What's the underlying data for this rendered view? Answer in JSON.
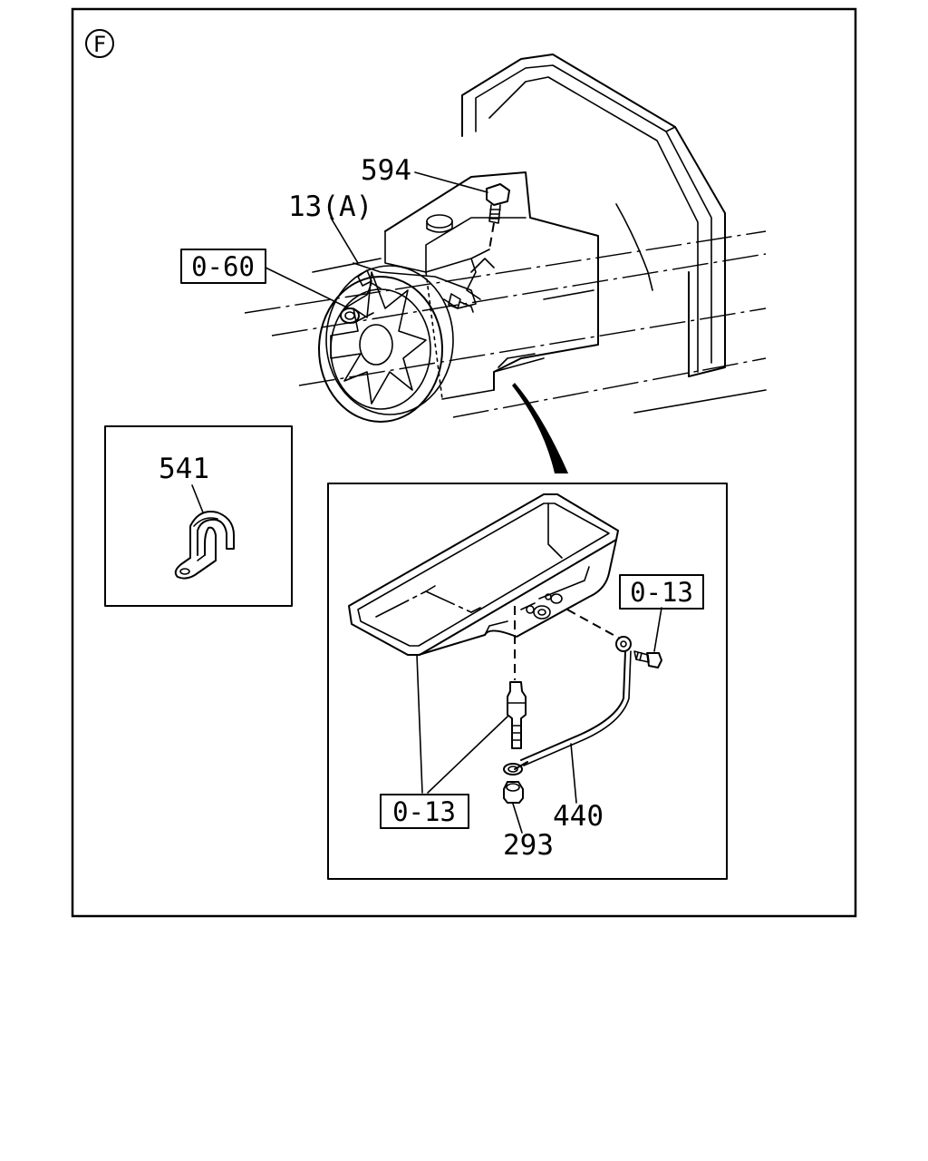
{
  "section_marker": "F",
  "callouts": {
    "bolt_top": "594",
    "bracket": "13(A)",
    "ref_upper": "0-60",
    "clip": "541",
    "ref_bolt": "0-13",
    "ref_stud": "0-13",
    "ground_cable": "440",
    "nut": "293"
  }
}
